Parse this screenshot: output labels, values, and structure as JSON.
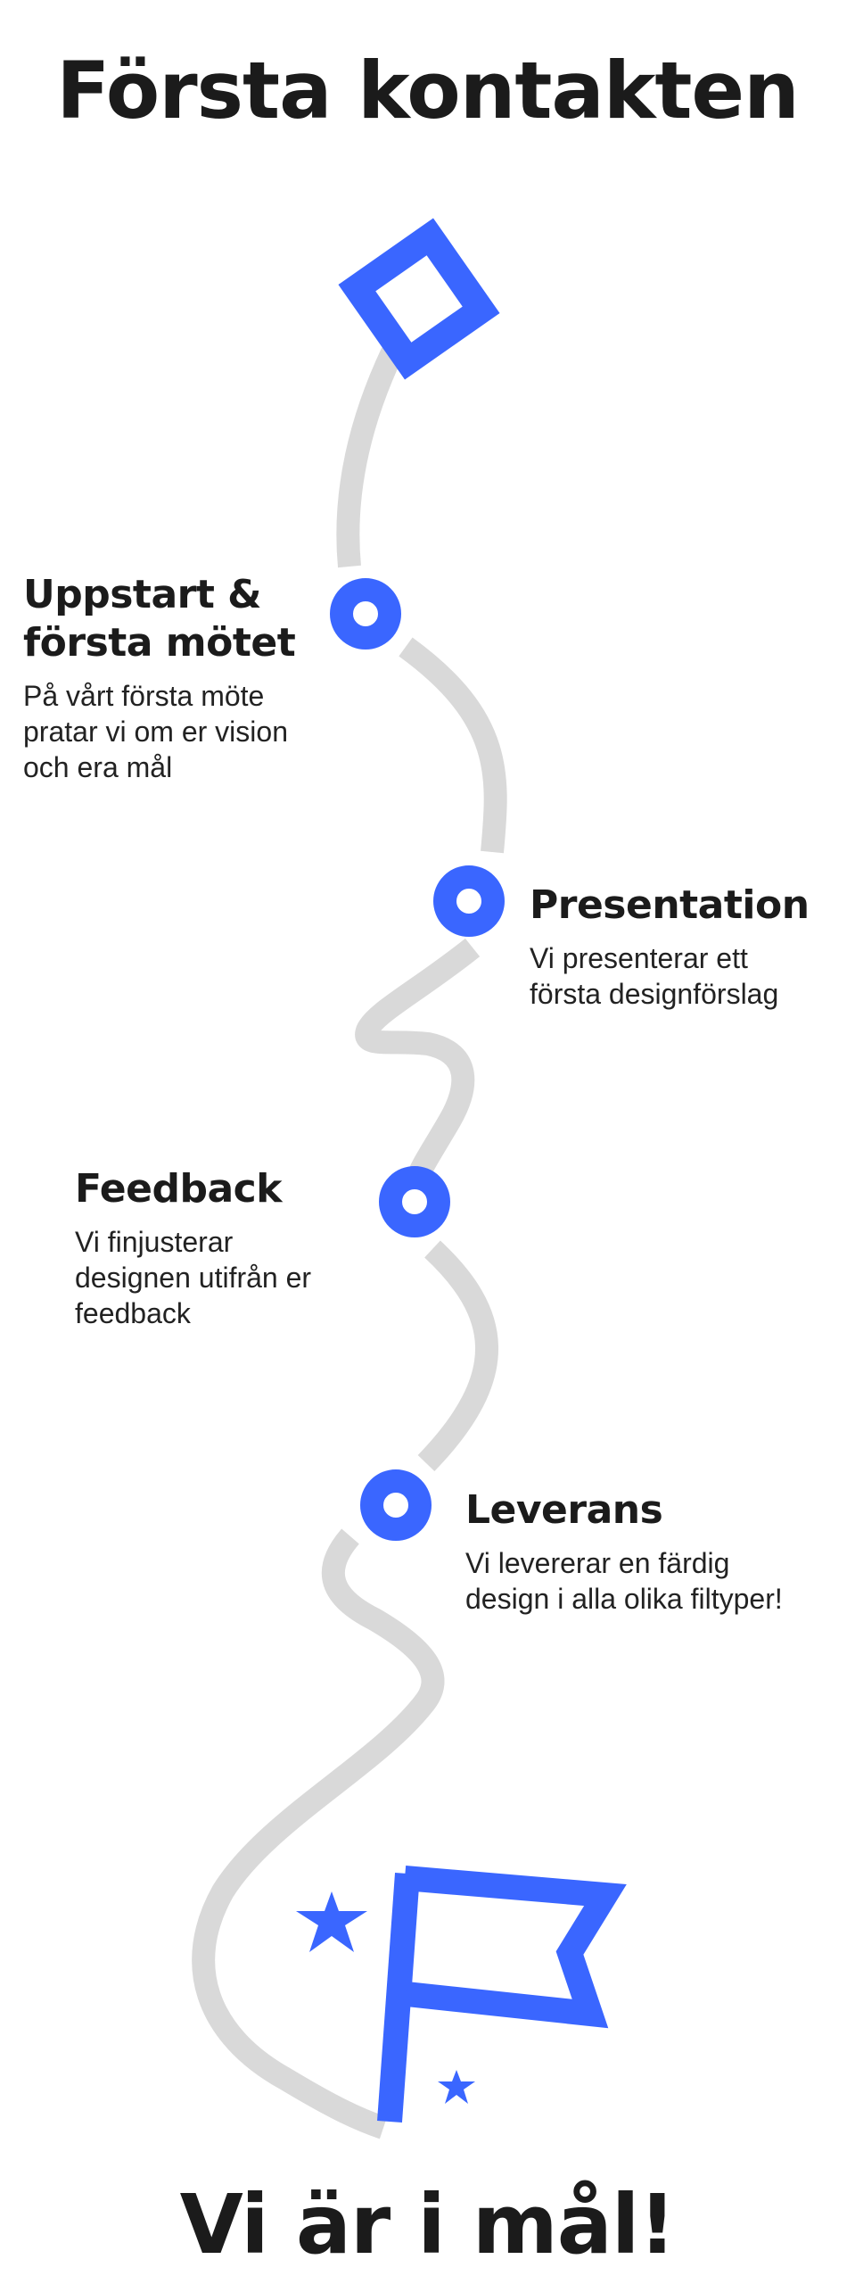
{
  "header": {
    "title": "Första kontakten"
  },
  "steps": [
    {
      "title_line1": "Uppstart &",
      "title_line2": "första mötet",
      "description": [
        "På vårt första möte",
        "pratar vi om er vision",
        "och era mål"
      ]
    },
    {
      "title": "Presentation",
      "description": [
        "Vi presenterar ett",
        "första designförslag"
      ]
    },
    {
      "title": "Feedback",
      "description": [
        "Vi finjusterar",
        "designen utifrån er",
        "feedback"
      ]
    },
    {
      "title": "Leverans",
      "description": [
        "Vi levererar en färdig",
        "design i alla olika filtyper!"
      ]
    }
  ],
  "footer": {
    "title": "Vi är i mål!"
  },
  "colors": {
    "accent": "#3a66ff",
    "path": "#d9d9d9",
    "text": "#1b1b1b"
  },
  "icons": [
    "start-diamond-icon",
    "milestone-ring-icon",
    "finish-flag-icon",
    "star-icon"
  ]
}
